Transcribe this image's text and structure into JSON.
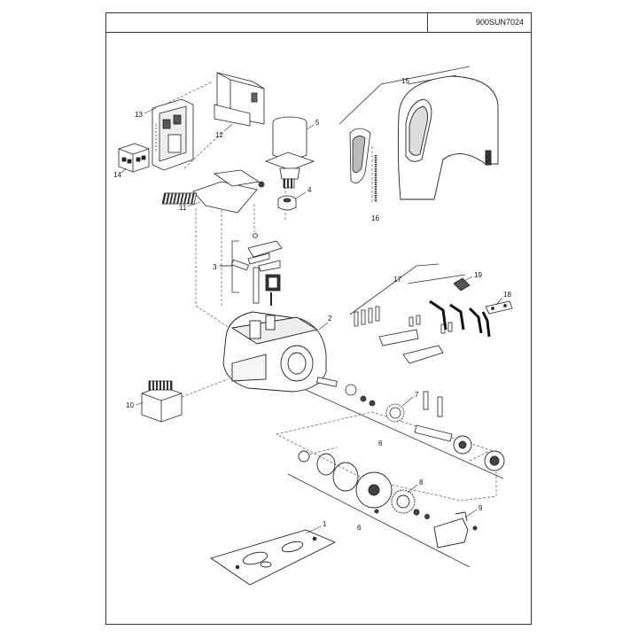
{
  "header": {
    "document_code": "900SUN7024"
  },
  "callouts": [
    {
      "id": "c1",
      "text": "1"
    },
    {
      "id": "c2",
      "text": "2"
    },
    {
      "id": "c3",
      "text": "3"
    },
    {
      "id": "c4",
      "text": "4"
    },
    {
      "id": "c5",
      "text": "5"
    },
    {
      "id": "c6a",
      "text": "6"
    },
    {
      "id": "c6b",
      "text": "6"
    },
    {
      "id": "c7",
      "text": "7"
    },
    {
      "id": "c8",
      "text": "8"
    },
    {
      "id": "c9",
      "text": "9"
    },
    {
      "id": "c10",
      "text": "10"
    },
    {
      "id": "c11",
      "text": "11"
    },
    {
      "id": "c12",
      "text": "12"
    },
    {
      "id": "c13",
      "text": "13"
    },
    {
      "id": "c14",
      "text": "14"
    },
    {
      "id": "c15",
      "text": "15"
    },
    {
      "id": "c16",
      "text": "16"
    },
    {
      "id": "c17",
      "text": "17"
    },
    {
      "id": "c18",
      "text": "18"
    },
    {
      "id": "c19",
      "text": "19"
    }
  ]
}
